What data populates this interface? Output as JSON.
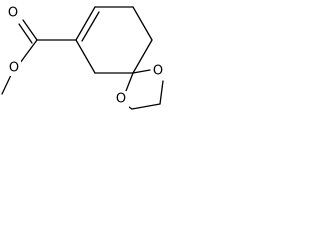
{
  "molecule": {
    "atoms": {
      "carbonyl_oxygen": "O",
      "ester_oxygen": "O",
      "dioxolane_oxygen_upper": "O",
      "dioxolane_oxygen_lower": "O"
    }
  }
}
